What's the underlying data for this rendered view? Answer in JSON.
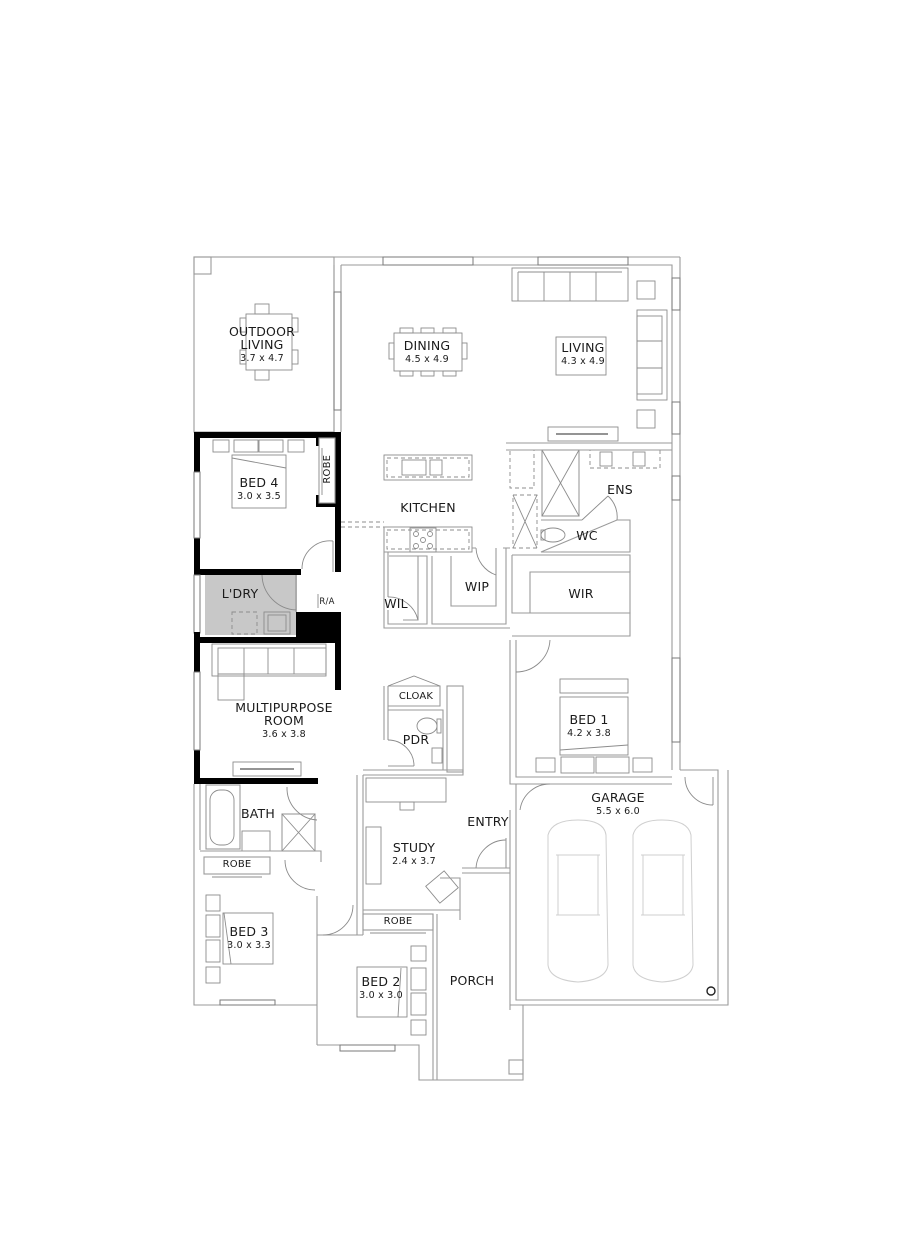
{
  "plan": {
    "rooms": {
      "outdoor_living": {
        "name": "OUTDOOR\nLIVING",
        "name_line1": "OUTDOOR",
        "name_line2": "LIVING",
        "dim": "3.7 x 4.7"
      },
      "dining": {
        "name": "DINING",
        "dim": "4.5 x 4.9"
      },
      "living": {
        "name": "LIVING",
        "dim": "4.3 x 4.9"
      },
      "bed4": {
        "name": "BED 4",
        "dim": "3.0 x 3.5"
      },
      "bed4_robe": {
        "name": "ROBE"
      },
      "kitchen": {
        "name": "KITCHEN"
      },
      "ens": {
        "name": "ENS"
      },
      "wc": {
        "name": "WC"
      },
      "laundry": {
        "name": "L'DRY"
      },
      "ra": {
        "name": "R/A"
      },
      "wil": {
        "name": "WIL"
      },
      "wip": {
        "name": "WIP"
      },
      "wir": {
        "name": "WIR"
      },
      "multipurpose": {
        "name_line1": "MULTIPURPOSE",
        "name_line2": "ROOM",
        "dim": "3.6 x 3.8"
      },
      "cloak": {
        "name": "CLOAK"
      },
      "pdr": {
        "name": "PDR"
      },
      "bed1": {
        "name": "BED 1",
        "dim": "4.2 x 3.8"
      },
      "bath": {
        "name": "BATH"
      },
      "bed3_robe": {
        "name": "ROBE"
      },
      "bed3": {
        "name": "BED 3",
        "dim": "3.0 x 3.3"
      },
      "study": {
        "name": "STUDY",
        "dim": "2.4 x 3.7"
      },
      "entry": {
        "name": "ENTRY"
      },
      "study_robe": {
        "name": "ROBE"
      },
      "bed2": {
        "name": "BED 2",
        "dim": "3.0 x 3.0"
      },
      "porch": {
        "name": "PORCH"
      },
      "garage": {
        "name": "GARAGE",
        "dim": "5.5 x 6.0"
      }
    },
    "colors": {
      "wall": "#9a9a9a",
      "bold_wall": "#000000",
      "laundry_fill": "#c8c8c8",
      "text": "#1a1a1a"
    }
  }
}
